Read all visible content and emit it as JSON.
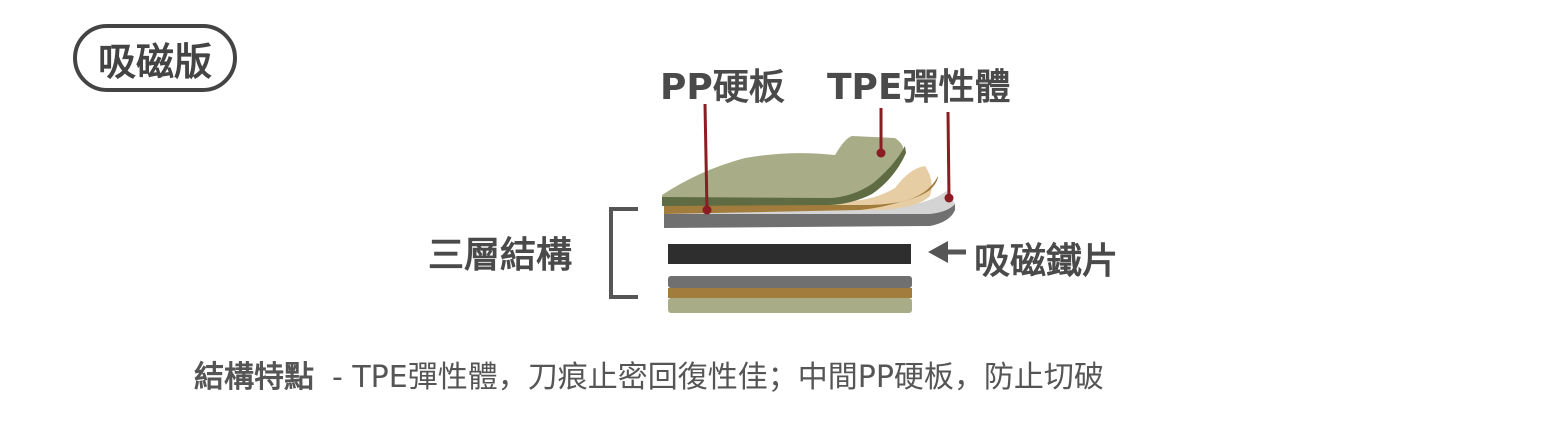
{
  "badge": "吸磁版",
  "labels": {
    "pp_board": "PP硬板",
    "tpe": "TPE彈性體",
    "three_layer": "三層結構",
    "magnet_sheet": "吸磁鐵片"
  },
  "description": {
    "heading": "結構特點",
    "text": "- TPE彈性體，刀痕止密回復性佳；中間PP硬板，防止切破"
  },
  "colors": {
    "olive_top": "#a8ad87",
    "dark_olive_edge": "#5e6b43",
    "brown": "#a27c3c",
    "tan": "#e6cda3",
    "gray": "#707070",
    "light_gray": "#d4d4d4",
    "magnet": "#2e2e2e",
    "pointer": "#8b1c22",
    "text": "#444444"
  },
  "icons": {
    "arrow": "left-arrow-icon"
  }
}
